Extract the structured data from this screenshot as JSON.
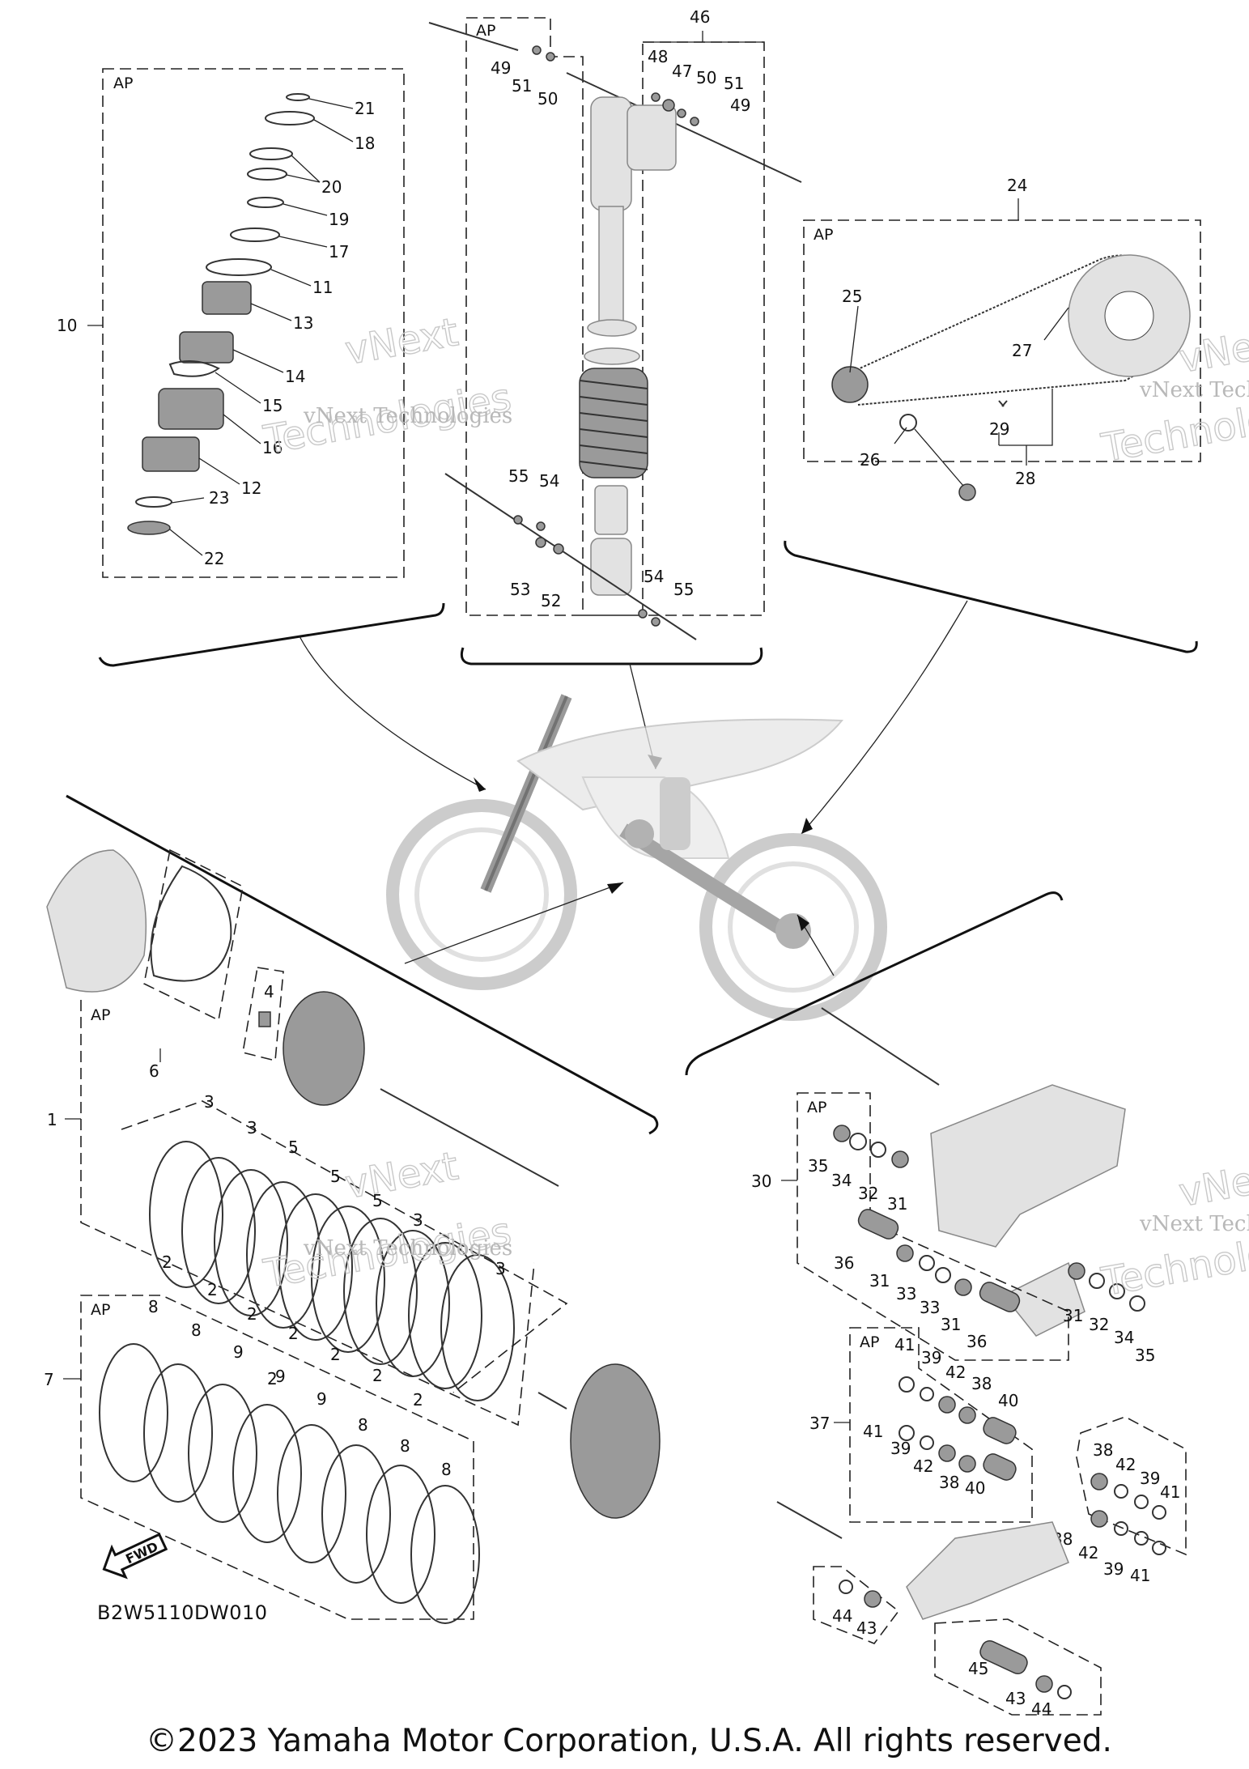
{
  "assembly_marker": "AP",
  "watermark": {
    "line1": "vNext Technologies",
    "outline1": "vNext",
    "outline2": "Technologies"
  },
  "diagram_code": "B2W5110DW010",
  "fwd_label": "FWD",
  "copyright": "©2023 Yamaha Motor Corporation, U.S.A. All rights reserved.",
  "groups": {
    "front_fork": {
      "parent": "10",
      "parts": [
        "21",
        "18",
        "20",
        "19",
        "17",
        "11",
        "13",
        "14",
        "15",
        "16",
        "12",
        "23",
        "22"
      ]
    },
    "rear_shock": {
      "parent": "46",
      "parts": [
        "48",
        "47",
        "50",
        "51",
        "49",
        "49",
        "51",
        "50",
        "55",
        "54",
        "53",
        "52",
        "54",
        "55"
      ]
    },
    "drive_chain": {
      "parent": "24",
      "parts": [
        "25",
        "27",
        "29",
        "26",
        "28"
      ]
    },
    "clutch": {
      "parents": [
        "1",
        "7"
      ],
      "parts": [
        "4",
        "6",
        "3",
        "3",
        "5",
        "5",
        "5",
        "3",
        "3",
        "2",
        "2",
        "2",
        "2",
        "2",
        "2",
        "2",
        "2",
        "8",
        "8",
        "9",
        "9",
        "9",
        "8",
        "8",
        "8"
      ]
    },
    "swingarm_linkage": {
      "parents": [
        "30",
        "37"
      ],
      "parts": [
        "35",
        "34",
        "32",
        "31",
        "36",
        "31",
        "33",
        "33",
        "31",
        "36",
        "31",
        "32",
        "34",
        "35",
        "41",
        "39",
        "42",
        "38",
        "40",
        "41",
        "39",
        "42",
        "38",
        "40",
        "38",
        "42",
        "39",
        "41",
        "38",
        "42",
        "39",
        "41",
        "44",
        "43",
        "45",
        "43",
        "44"
      ]
    }
  }
}
